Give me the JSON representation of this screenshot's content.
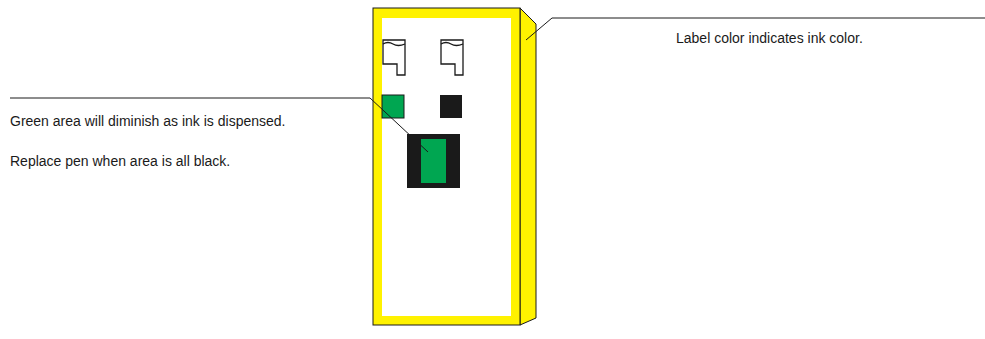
{
  "diagram": {
    "labels": [
      "Label color indicates ink color.",
      "Green area will diminish as ink is dispensed.",
      "Replace pen when area is all black."
    ]
  }
}
